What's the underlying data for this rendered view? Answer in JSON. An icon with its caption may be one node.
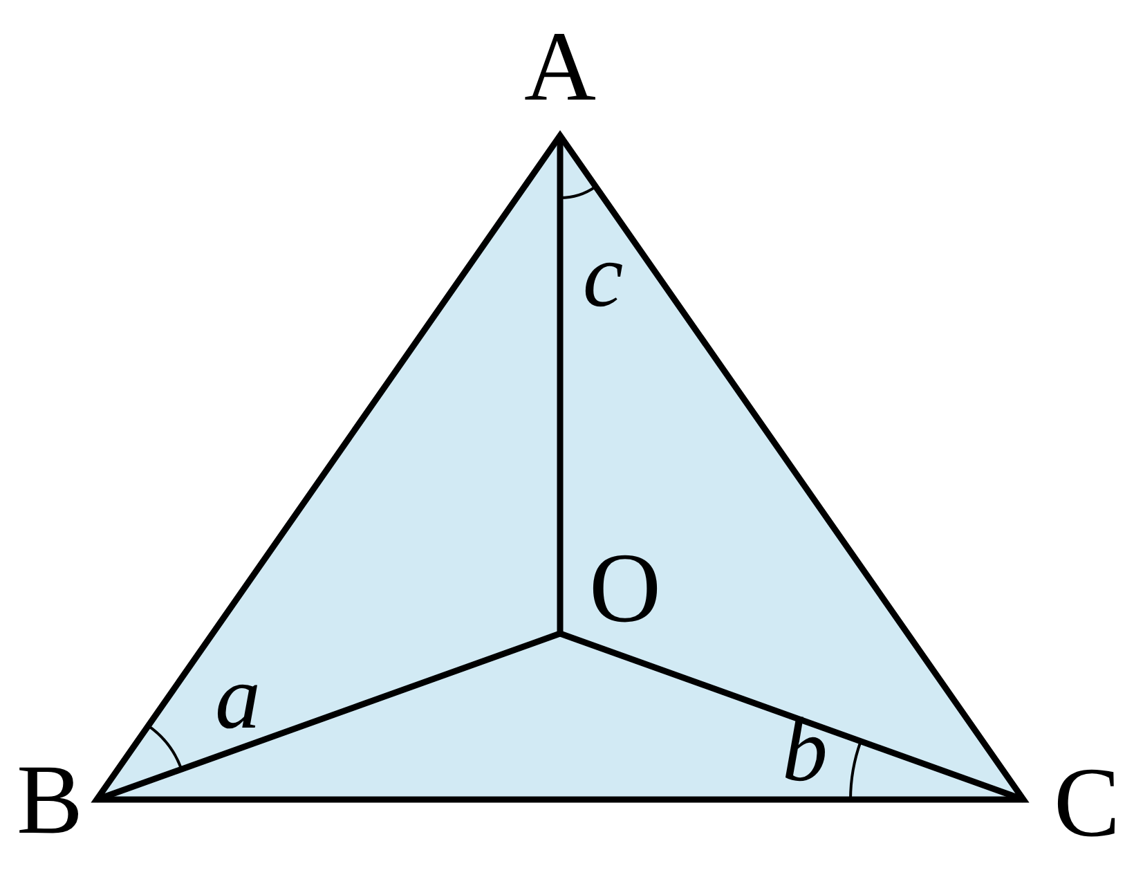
{
  "diagram": {
    "labels": [
      "A",
      "c",
      "O",
      "a",
      "B",
      "b",
      "C"
    ]
  }
}
